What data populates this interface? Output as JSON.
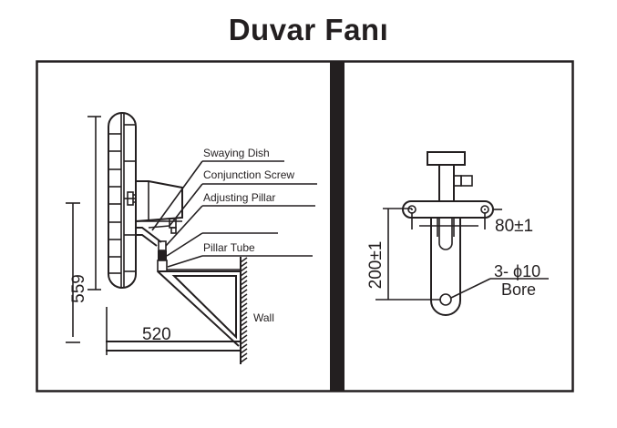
{
  "title": "Duvar Fanı",
  "left_panel": {
    "labels": {
      "swaying_dish": "Swaying Dish",
      "conjunction_screw": "Conjunction Screw",
      "adjusting_pillar": "Adjusting Pillar",
      "pillar_tube": "Pillar Tube",
      "wall": "Wall"
    },
    "dimensions": {
      "height": "559",
      "depth": "520"
    }
  },
  "right_panel": {
    "dimensions": {
      "hole_spacing": "80±1",
      "vertical_spacing": "200±1",
      "bore_spec": "3- ϕ10",
      "bore_label": "Bore"
    }
  },
  "colors": {
    "ink": "#231f20",
    "background": "#ffffff"
  }
}
